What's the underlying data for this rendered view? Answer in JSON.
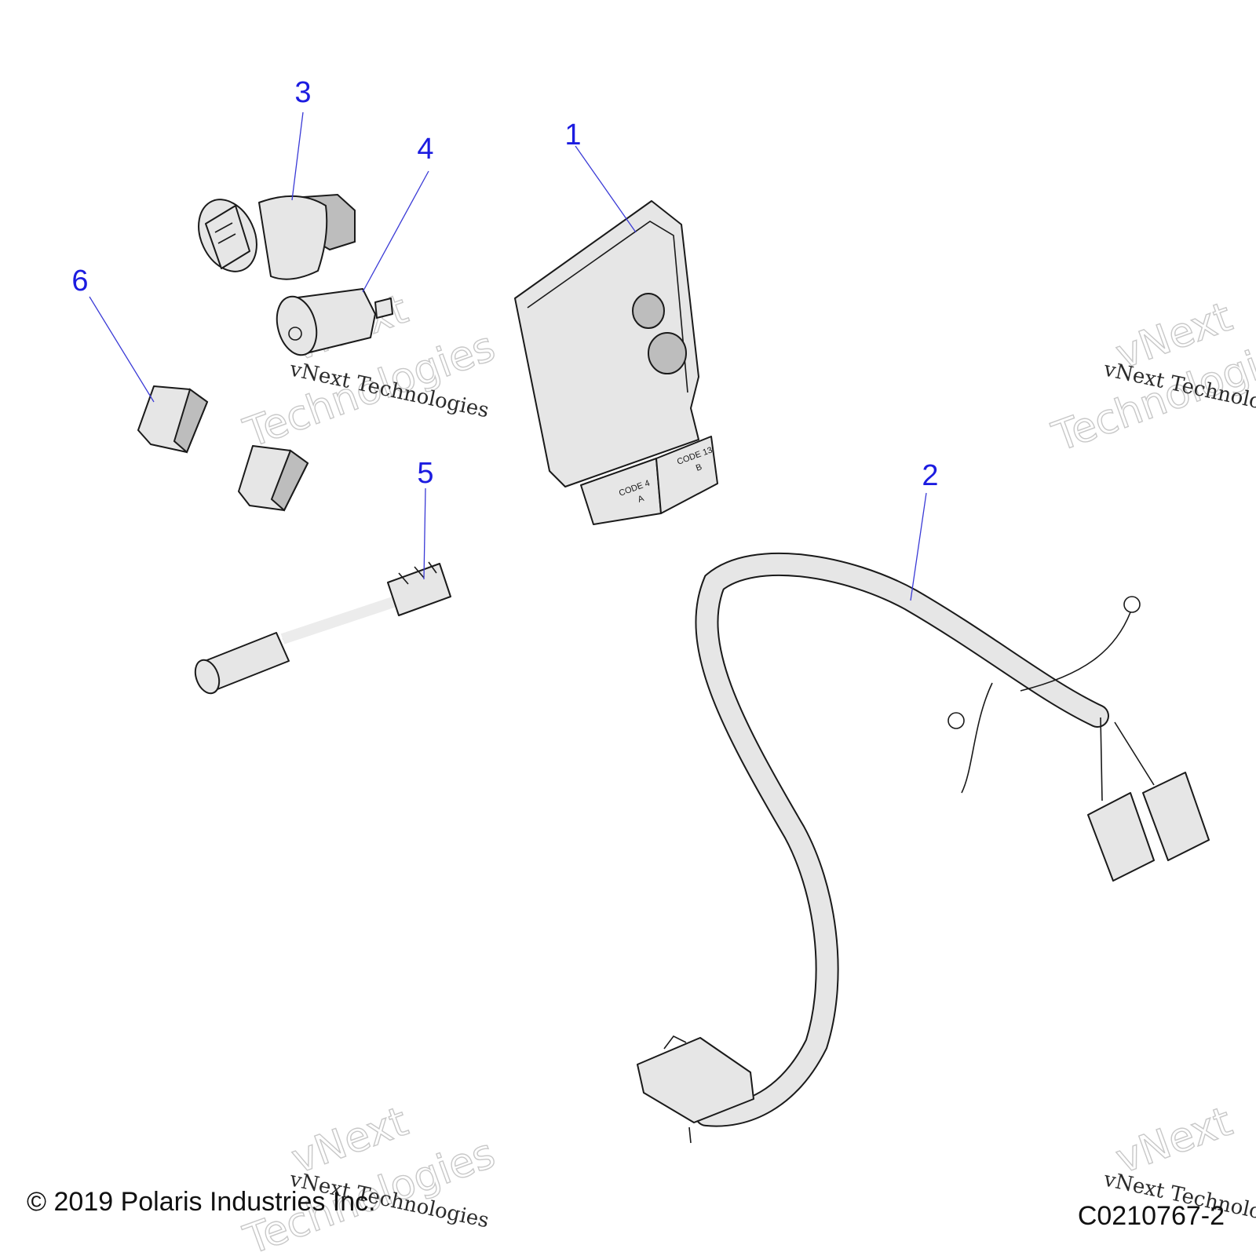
{
  "callouts": [
    "1",
    "2",
    "3",
    "4",
    "5",
    "6"
  ],
  "watermark": {
    "brand": "vNext",
    "word": "Technologies",
    "full": "vNext Technologies"
  },
  "ecu_labels": {
    "connector_a": "CODE 4",
    "connector_a_letter": "A",
    "connector_b": "CODE 13",
    "connector_b_letter": "B"
  },
  "footer": {
    "copyright": "© 2019 Polaris Industries Inc.",
    "drawing_code": "C0210767-2"
  },
  "colors": {
    "callout": "#1c1ce0",
    "leader": "#3a3ad6",
    "part_fill": "#e6e6e6",
    "watermark": "#c8c8c8"
  }
}
